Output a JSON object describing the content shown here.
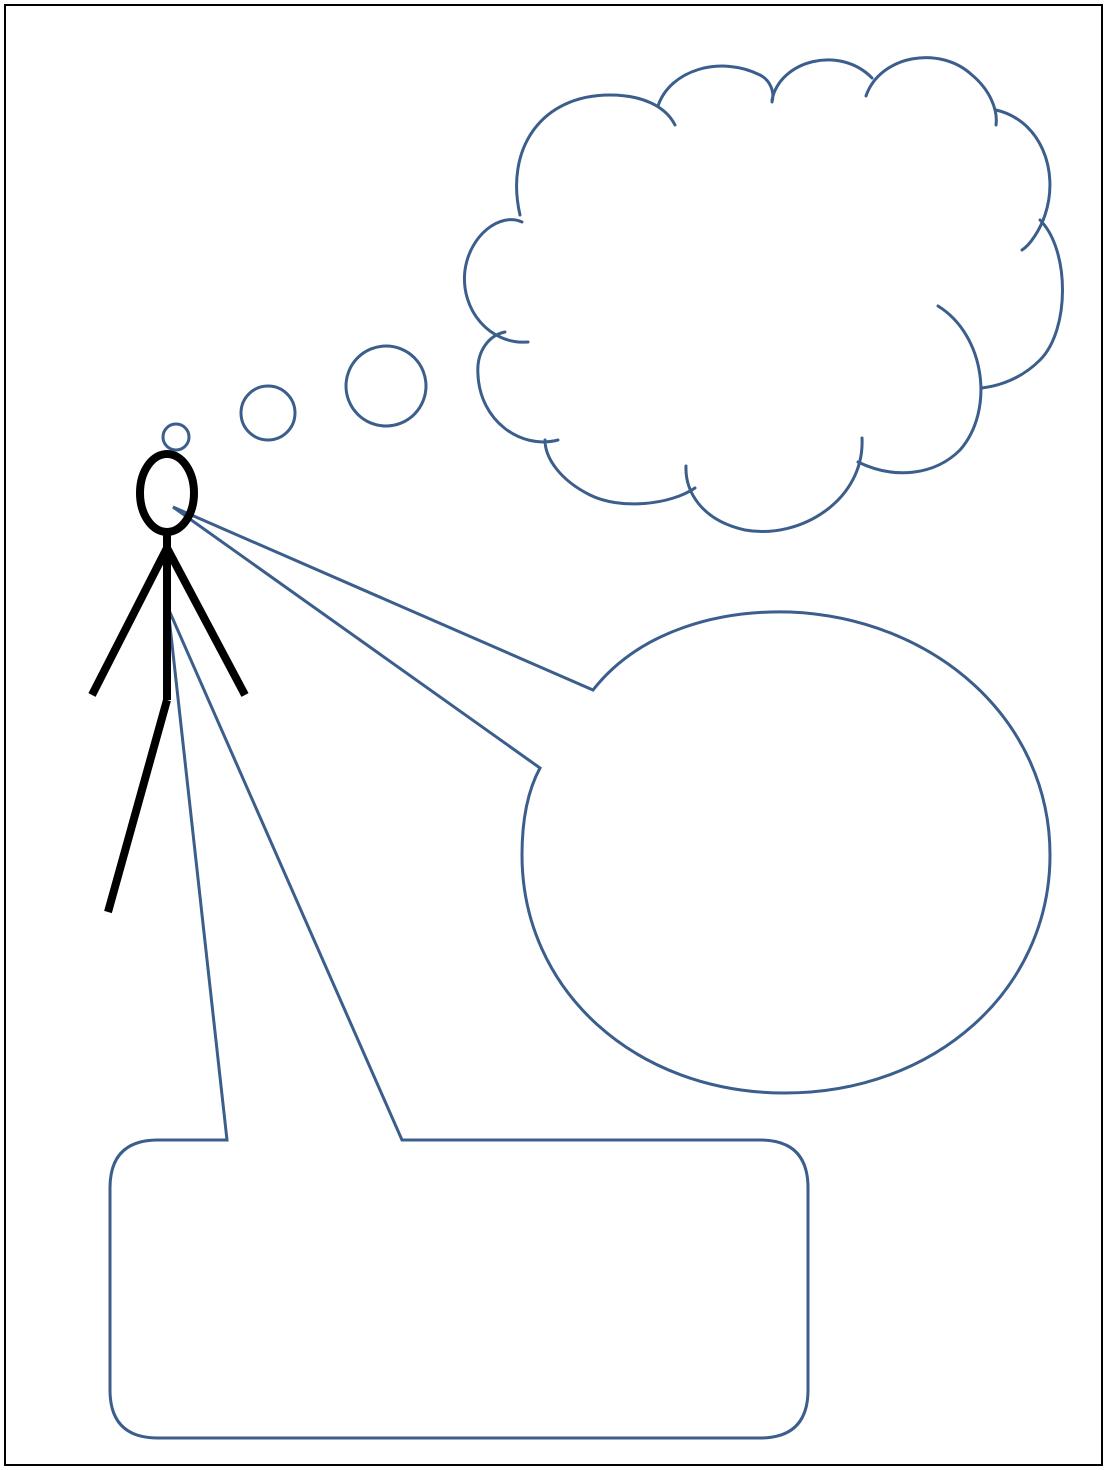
{
  "colors": {
    "page_border": "#000000",
    "bubble_stroke": "#3B5E8C",
    "figure_stroke": "#000000",
    "background": "#FFFFFF"
  },
  "figure": {
    "name": "stick-figure"
  },
  "bubbles": {
    "thought": {
      "kind": "thought-cloud",
      "text": ""
    },
    "speech": {
      "kind": "speech-oval",
      "text": ""
    },
    "callout": {
      "kind": "rounded-rectangle-callout",
      "text": ""
    }
  }
}
